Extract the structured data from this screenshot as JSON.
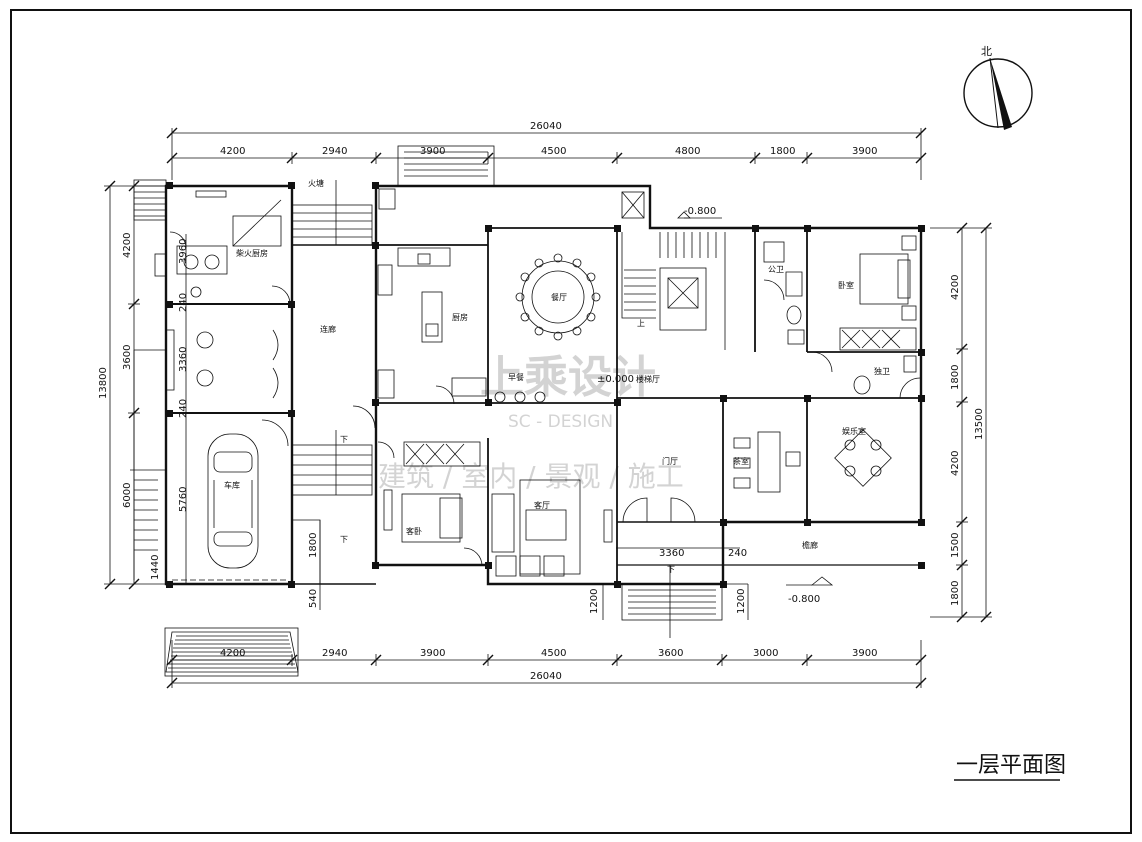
{
  "drawing": {
    "title": "一层平面图",
    "north_label": "北"
  },
  "watermark": {
    "brand_cn": "上乘设计",
    "brand_en": "SC - DESIGN",
    "services": "建筑 / 室内 / 景观 / 施工"
  },
  "dimensions": {
    "top_total": "26040",
    "top": [
      "4200",
      "2940",
      "3900",
      "4500",
      "4800",
      "1800",
      "3900"
    ],
    "bottom_total": "26040",
    "bottom": [
      "4200",
      "2940",
      "3900",
      "4500",
      "3600",
      "3000",
      "3900"
    ],
    "left_total": "13800",
    "left": [
      "4200",
      "3600",
      "6000"
    ],
    "left_inner": [
      "3960",
      "240",
      "3360",
      "240",
      "5760",
      "1440"
    ],
    "right_total": "13500",
    "right": [
      "4200",
      "1800",
      "4200",
      "1500",
      "1800"
    ],
    "misc": {
      "d1800": "1800",
      "d540": "540",
      "d3360": "3360",
      "d240": "240",
      "d1200a": "1200",
      "d1200b": "1200"
    }
  },
  "levels": {
    "top": "-0.800",
    "center": "±0.000",
    "bottom_right": "-0.800"
  },
  "rooms": {
    "firewood_kitchen": "柴火厨房",
    "fire_pit": "火塘",
    "corridor": "连廊",
    "kitchen": "厨房",
    "dining": "餐厅",
    "stair_hall": "楼梯厅",
    "up": "上",
    "bedroom": "卧室",
    "public_wc": "公卫",
    "private_wc": "独卫",
    "entrance_hall": "门厅",
    "tea_room": "茶室",
    "entertainment": "娱乐室",
    "garage": "车库",
    "living": "客厅",
    "guest_bedroom": "客卧",
    "veranda": "檐廊",
    "down_1": "下",
    "down_2": "下",
    "down_3": "下",
    "breakfast": "早餐"
  }
}
